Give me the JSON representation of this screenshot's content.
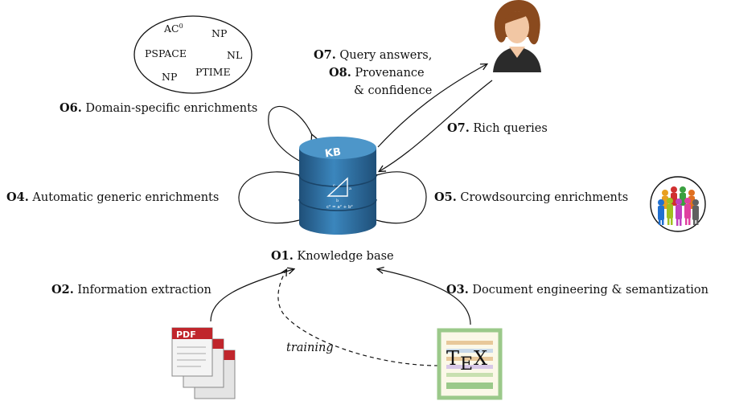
{
  "complexity_bubble": {
    "classes": [
      "AC",
      "NP",
      "PSPACE",
      "NL",
      "NP",
      "PTIME"
    ],
    "ac_superscript": "0"
  },
  "kb": {
    "label": "KB",
    "formula": "c² = a² + b²",
    "triangle_letters": [
      "c",
      "a",
      "b"
    ]
  },
  "objectives": {
    "o1": {
      "code": "O1.",
      "text": "Knowledge base"
    },
    "o2": {
      "code": "O2.",
      "text": "Information extraction"
    },
    "o3": {
      "code": "O3.",
      "text": "Document engineering & semantization"
    },
    "o4": {
      "code": "O4.",
      "text": "Automatic generic enrichments"
    },
    "o5": {
      "code": "O5.",
      "text": "Crowdsourcing enrichments"
    },
    "o6": {
      "code": "O6.",
      "text": "Domain-specific enrichments"
    },
    "o7_answers": {
      "code": "O7.",
      "text": "Query answers,"
    },
    "o8": {
      "code": "O8.",
      "text": "Provenance",
      "line2": "& confidence"
    },
    "o7_queries": {
      "code": "O7.",
      "text": "Rich queries"
    }
  },
  "training_label": "training",
  "pdf_label": "PDF",
  "tex_label": {
    "t": "T",
    "e": "E",
    "x": "X"
  },
  "colors": {
    "kb_blue": "#2f6f9f",
    "kb_dark": "#1f4f78",
    "pdf_red": "#c0262c",
    "tex_frame": "#9bc98a",
    "skin": "#f2c7a4",
    "hair": "#8a4a1e"
  }
}
